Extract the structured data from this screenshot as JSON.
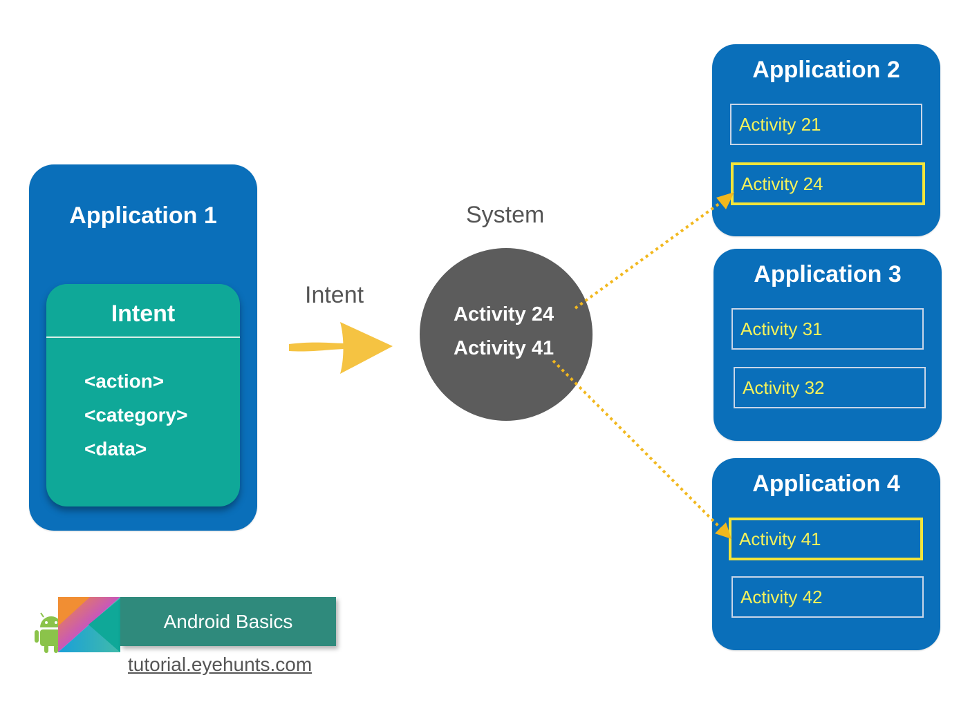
{
  "app1": {
    "title": "Application 1",
    "intent": {
      "title": "Intent",
      "fields": [
        "<action>",
        "<category>",
        "<data>"
      ]
    }
  },
  "intent_label": "Intent",
  "system": {
    "label": "System",
    "activities": [
      "Activity 24",
      "Activity 41"
    ]
  },
  "app2": {
    "title": "Application 2",
    "activities": [
      "Activity 21",
      "Activity 24"
    ]
  },
  "app3": {
    "title": "Application 3",
    "activities": [
      "Activity 31",
      "Activity 32"
    ]
  },
  "app4": {
    "title": "Application 4",
    "activities": [
      "Activity 41",
      "Activity 42"
    ]
  },
  "branding": {
    "tag": "Android Basics",
    "site": "tutorial.eyehunts.com"
  },
  "colors": {
    "app_blue": "#0a6fba",
    "intent_teal": "#0fa898",
    "system_gray": "#5c5c5c",
    "highlight_yellow": "#f2e43a",
    "arrow_yellow": "#f5c342",
    "activity_text": "#f5f25a"
  },
  "icons": [
    "yellow-arrow-icon",
    "android-robot-icon",
    "kotlin-logo-icon"
  ]
}
